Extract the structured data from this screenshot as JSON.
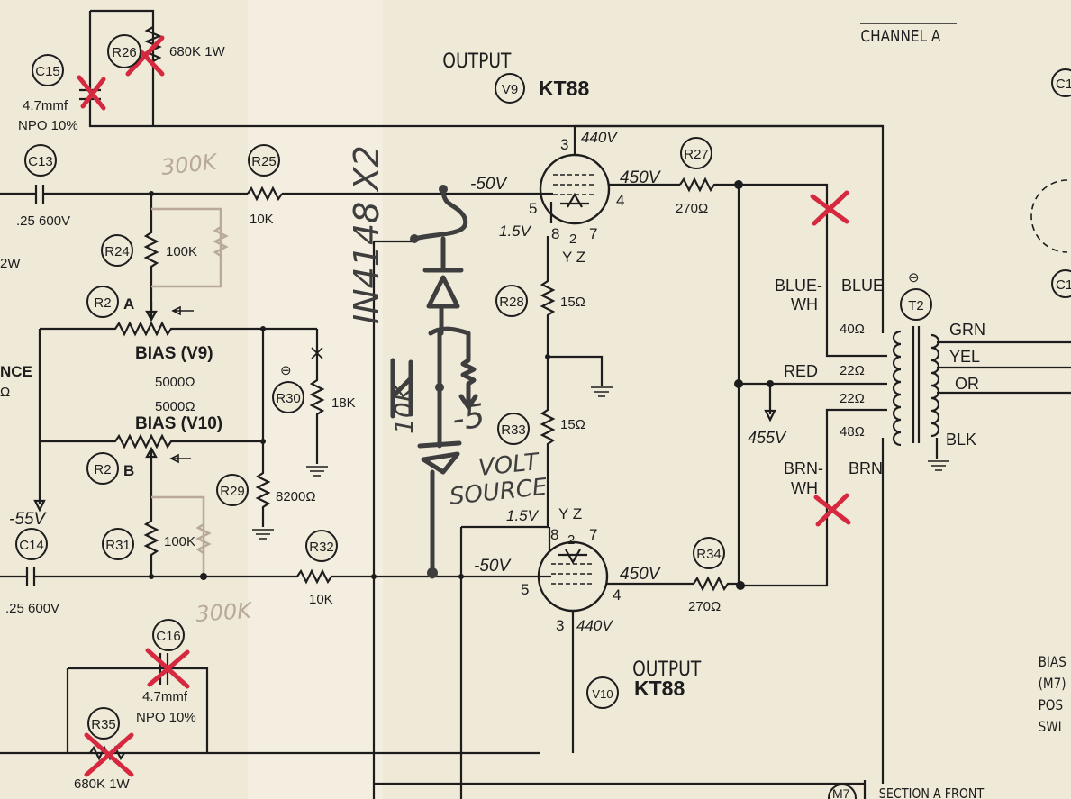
{
  "header": {
    "channel": "CHANNEL A"
  },
  "tubes": {
    "v9": {
      "id": "V9",
      "role": "OUTPUT",
      "type": "KT88",
      "plate": "440V",
      "screen": "450V",
      "grid": "-50V",
      "cathode": "1.5V",
      "pins": {
        "plate": "3",
        "screen": "4",
        "grid": "5",
        "cathode": "8",
        "heater1": "2",
        "heater2": "7",
        "yz": "Y Z"
      }
    },
    "v10": {
      "id": "V10",
      "role": "OUTPUT",
      "type": "KT88",
      "plate": "440V",
      "screen": "450V",
      "grid": "-50V",
      "cathode": "1.5V",
      "pins": {
        "plate": "3",
        "screen": "4",
        "grid": "5",
        "cathode": "8",
        "heater1": "2",
        "heater2": "7",
        "yz": "Y Z"
      }
    }
  },
  "components": {
    "c15": {
      "id": "C15",
      "value": "4.7mmf",
      "spec": "NPO 10%"
    },
    "c16": {
      "id": "C16",
      "value": "4.7mmf",
      "spec": "NPO 10%"
    },
    "c13": {
      "id": "C13",
      "value": ".25  600V"
    },
    "c14": {
      "id": "C14",
      "value": ".25  600V"
    },
    "r26": {
      "id": "R26",
      "value": "680K  1W"
    },
    "r35": {
      "id": "R35",
      "value": "680K  1W"
    },
    "r25": {
      "id": "R25",
      "value": "10K"
    },
    "r32": {
      "id": "R32",
      "value": "10K"
    },
    "r24": {
      "id": "R24",
      "value": "100K"
    },
    "r31": {
      "id": "R31",
      "value": "100K"
    },
    "r2a": {
      "id": "R2",
      "suffix": "A",
      "label": "BIAS (V9)",
      "value": "5000Ω"
    },
    "r2b": {
      "id": "R2",
      "suffix": "B",
      "label": "BIAS  (V10)",
      "value": "5000Ω"
    },
    "r30": {
      "id": "R30",
      "value": "18K",
      "mark": "⊖"
    },
    "r29": {
      "id": "R29",
      "value": "8200Ω"
    },
    "r28": {
      "id": "R28",
      "value": "15Ω"
    },
    "r33": {
      "id": "R33",
      "value": "15Ω"
    },
    "r27": {
      "id": "R27",
      "value": "270Ω"
    },
    "r34": {
      "id": "R34",
      "value": "270Ω"
    },
    "t2": {
      "id": "T2",
      "mark": "⊖"
    }
  },
  "transformer": {
    "primary": [
      "BLUE-",
      "WH",
      "BLUE",
      "RED",
      "BRN-",
      "WH",
      "BRN"
    ],
    "taps": [
      "40Ω",
      "22Ω",
      "22Ω",
      "48Ω"
    ],
    "secondary": [
      "GRN",
      "YEL",
      "OR",
      "BLK"
    ],
    "b_plus": "455V"
  },
  "voltages": {
    "bias_supply": "-55V"
  },
  "edge_text": {
    "left_w": "2W",
    "left_nce": "NCE",
    "left_ohm": "Ω",
    "right_c1": "C1",
    "right_c14": "C1",
    "right_notes": [
      "BIAS",
      "(M7)",
      "POS",
      "SWI"
    ],
    "bottom_m7": "M7",
    "bottom_section": "SECTION A FRONT"
  },
  "annotations": {
    "diode_part": "IN4148 X2",
    "r_mod_top": "300K",
    "r_mod_bottom": "300K",
    "cap_mod": "10K",
    "neg_volt": "-5",
    "volt": "VOLT",
    "source": "SOURCE"
  }
}
